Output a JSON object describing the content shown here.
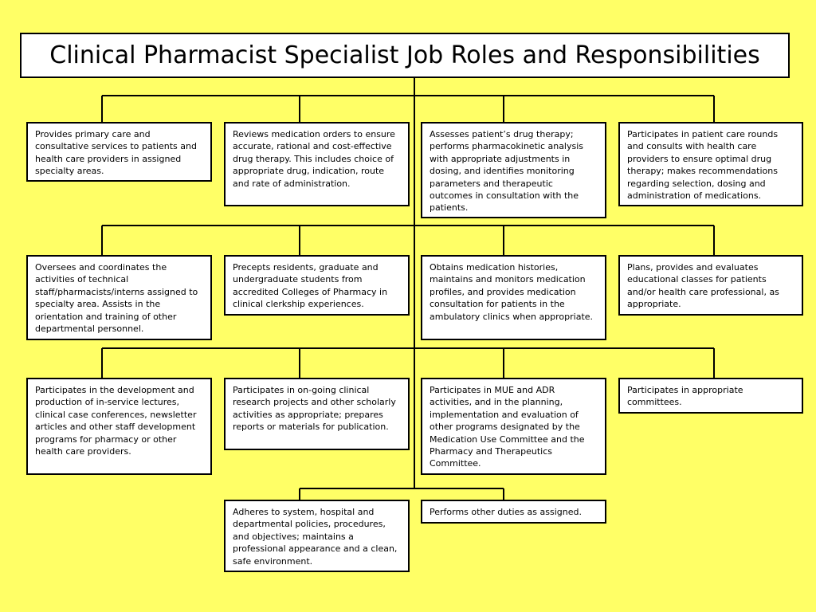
{
  "title": "Clinical Pharmacist Specialist Job Roles and Responsibilities",
  "responsibilities": [
    "Provides primary care and consultative services to patients and health care providers in assigned specialty areas.",
    "Reviews medication orders to ensure accurate, rational and cost-effective drug therapy.  This includes choice of appropriate drug, indication, route and rate of administration.",
    "Assesses patient’s drug therapy; performs pharmacokinetic analysis with appropriate adjustments in dosing, and identifies monitoring parameters and therapeutic outcomes in consultation with the patients.",
    "Participates in patient care rounds and consults with health care providers to ensure optimal drug therapy; makes recommendations regarding selection, dosing and administration of medications.",
    "Oversees and coordinates the activities of technical staff/pharmacists/interns assigned to specialty area.  Assists in the orientation and training of other departmental personnel.",
    "Precepts residents, graduate and undergraduate students from accredited Colleges of Pharmacy in clinical clerkship experiences.",
    "Obtains medication histories, maintains and monitors medication profiles, and provides medication consultation for patients in the ambulatory clinics when appropriate.",
    "Plans, provides and evaluates educational classes for patients and/or health care professional, as appropriate.",
    "Participates in the development and production of in-service lectures, clinical case conferences, newsletter articles and other staff development programs for pharmacy or other health care providers.",
    "Participates in on-going clinical research projects and other scholarly activities as appropriate; prepares reports or materials for publication.",
    "Participates in MUE and ADR activities, and in the planning, implementation and evaluation of other programs designated by the Medication Use Committee and the Pharmacy and Therapeutics Committee.",
    "Participates in appropriate committees.",
    "Adheres to system, hospital and departmental policies, procedures, and objectives; maintains a professional appearance and a clean, safe environment.",
    "Performs other duties as assigned."
  ]
}
